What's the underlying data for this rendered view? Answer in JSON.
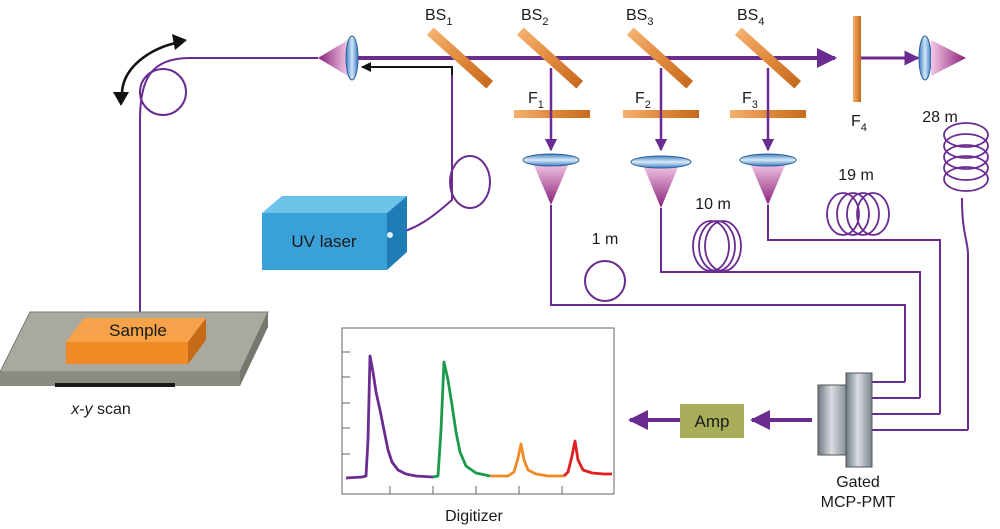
{
  "beamsplitters": [
    {
      "id": "BS1",
      "main": "BS",
      "sub": "1"
    },
    {
      "id": "BS2",
      "main": "BS",
      "sub": "2"
    },
    {
      "id": "BS3",
      "main": "BS",
      "sub": "3"
    },
    {
      "id": "BS4",
      "main": "BS",
      "sub": "4"
    }
  ],
  "filters": [
    {
      "id": "F1",
      "main": "F",
      "sub": "1"
    },
    {
      "id": "F2",
      "main": "F",
      "sub": "2"
    },
    {
      "id": "F3",
      "main": "F",
      "sub": "3"
    },
    {
      "id": "F4",
      "main": "F",
      "sub": "4"
    }
  ],
  "delays": {
    "d1": "1 m",
    "d2": "10 m",
    "d3": "19 m",
    "d4": "28 m"
  },
  "components": {
    "laser": "UV laser",
    "sample": "Sample",
    "scan": "x-y scan",
    "amp": "Amp",
    "pmt_line1": "Gated",
    "pmt_line2": "MCP-PMT",
    "digitizer": "Digitizer"
  },
  "colors": {
    "fiber": "#6a2c91",
    "optic_orange": "#e08a3c",
    "lens_blue": "#7fb0e0",
    "laser_blue": "#3aa0d8",
    "sample_orange": "#f08a24",
    "stage_gray": "#9a9a92",
    "amp_green": "#a8ad5a",
    "pmt_gray": "#9aa2aa",
    "trace_purple": "#6a2c91",
    "trace_green": "#1a9a4a",
    "trace_orange": "#f08a24",
    "trace_red": "#e02020"
  }
}
